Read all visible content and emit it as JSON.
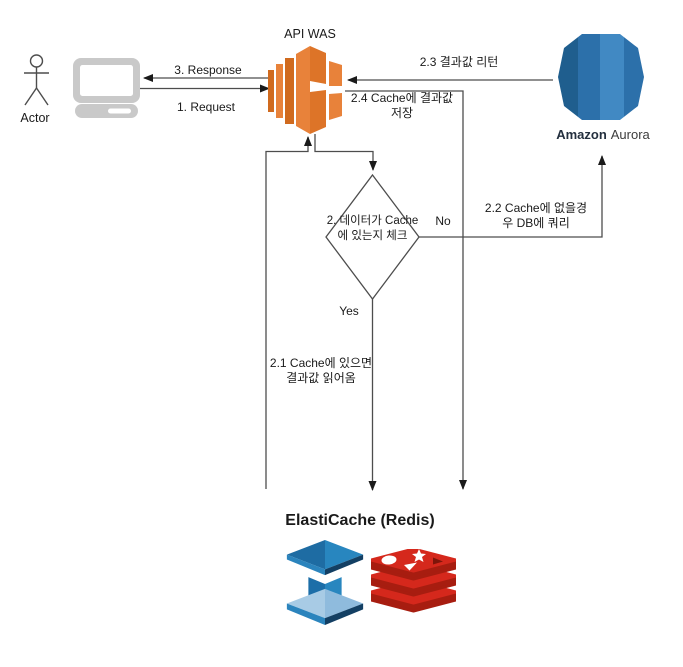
{
  "colors": {
    "line": "#4d4d4d",
    "arrowhead": "#1a1a1a",
    "text": "#1a1a1a",
    "api_was_orange": "#e8823a",
    "api_was_orange_dark": "#d06a1e",
    "aurora_blue": "#2c70aa",
    "elasticache_blue": "#2178b5",
    "redis_red": "#d5281c",
    "device_gray": "#c9c9c9"
  },
  "nodes": {
    "actor": {
      "label": "Actor"
    },
    "api_was": {
      "label": "API WAS"
    },
    "aurora": {
      "label_brand": "Amazon",
      "label_product": "Aurora"
    },
    "decision": {
      "line1": "2. 데이터가",
      "line2": "Cache에 있는지",
      "line3": "체크"
    },
    "elasticache": {
      "label": "ElastiCache (Redis)"
    }
  },
  "edges": {
    "response": {
      "label": "3. Response"
    },
    "request": {
      "label": "1. Request"
    },
    "return_result": {
      "label": "2.3 결과값 리턴"
    },
    "save_to_cache": {
      "line1": "2.4 Cache에 결과값",
      "line2": "저장"
    },
    "query_db": {
      "line1": "2.2 Cache에 없을경",
      "line2": "우 DB에 쿼리"
    },
    "read_from_cache": {
      "line1": "2.1 Cache에 있으면",
      "line2": "결과값 읽어옴"
    },
    "yes": {
      "label": "Yes"
    },
    "no": {
      "label": "No"
    }
  }
}
